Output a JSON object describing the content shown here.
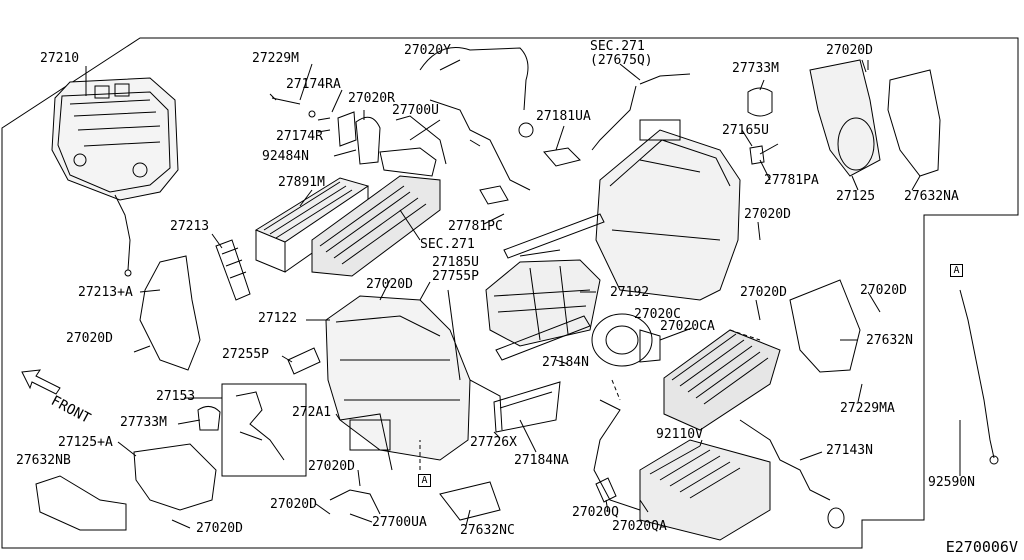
{
  "diagram_code": "E270006V",
  "front_label": "FRONT",
  "section_marker": "A",
  "parts": [
    {
      "id": "p27210",
      "label": "27210"
    },
    {
      "id": "p27229M",
      "label": "27229M"
    },
    {
      "id": "p27174RA",
      "label": "27174RA"
    },
    {
      "id": "p27020R",
      "label": "27020R"
    },
    {
      "id": "p27174R",
      "label": "27174R"
    },
    {
      "id": "p92484N",
      "label": "92484N"
    },
    {
      "id": "p27891M",
      "label": "27891M"
    },
    {
      "id": "p27020Y",
      "label": "27020Y"
    },
    {
      "id": "p27700U",
      "label": "27700U"
    },
    {
      "id": "pSEC271a",
      "label": "SEC.271"
    },
    {
      "id": "p27675Q",
      "label": "(27675Q)"
    },
    {
      "id": "p27181UA",
      "label": "27181UA"
    },
    {
      "id": "p27733M_top",
      "label": "27733M"
    },
    {
      "id": "p27020D_top",
      "label": "27020D"
    },
    {
      "id": "p27165U",
      "label": "27165U"
    },
    {
      "id": "p27781PA",
      "label": "27781PA"
    },
    {
      "id": "p27125",
      "label": "27125"
    },
    {
      "id": "p27632NA",
      "label": "27632NA"
    },
    {
      "id": "p27213",
      "label": "27213"
    },
    {
      "id": "p27781PC",
      "label": "27781PC"
    },
    {
      "id": "pSEC271b",
      "label": "SEC.271"
    },
    {
      "id": "p27185U",
      "label": "27185U"
    },
    {
      "id": "p27020D_r1",
      "label": "27020D"
    },
    {
      "id": "p27213A",
      "label": "27213+A"
    },
    {
      "id": "p27020D_m",
      "label": "27020D"
    },
    {
      "id": "p27755P",
      "label": "27755P"
    },
    {
      "id": "p27192",
      "label": "27192"
    },
    {
      "id": "p27020D_r2",
      "label": "27020D"
    },
    {
      "id": "p27020D_r3",
      "label": "27020D"
    },
    {
      "id": "p27122",
      "label": "27122"
    },
    {
      "id": "p27020C",
      "label": "27020C"
    },
    {
      "id": "p27020CA",
      "label": "27020CA"
    },
    {
      "id": "p27020D_l",
      "label": "27020D"
    },
    {
      "id": "p27632N",
      "label": "27632N"
    },
    {
      "id": "p27255P",
      "label": "27255P"
    },
    {
      "id": "p27184N",
      "label": "27184N"
    },
    {
      "id": "p27153",
      "label": "27153"
    },
    {
      "id": "p27229MA",
      "label": "27229MA"
    },
    {
      "id": "p272A1",
      "label": "272A1"
    },
    {
      "id": "p27733M_l",
      "label": "27733M"
    },
    {
      "id": "p92110V",
      "label": "92110V"
    },
    {
      "id": "p27726X",
      "label": "27726X"
    },
    {
      "id": "p27125A",
      "label": "27125+A"
    },
    {
      "id": "p27143N",
      "label": "27143N"
    },
    {
      "id": "p92590N",
      "label": "92590N"
    },
    {
      "id": "p27632NB",
      "label": "27632NB"
    },
    {
      "id": "p27184NA",
      "label": "27184NA"
    },
    {
      "id": "p27020D_b1",
      "label": "27020D"
    },
    {
      "id": "p27020D_b2",
      "label": "27020D"
    },
    {
      "id": "p27020Q",
      "label": "27020Q"
    },
    {
      "id": "p27020QA",
      "label": "27020QA"
    },
    {
      "id": "p27700UA",
      "label": "27700UA"
    },
    {
      "id": "p27020D_b3",
      "label": "27020D"
    },
    {
      "id": "p27632NC",
      "label": "27632NC"
    }
  ]
}
